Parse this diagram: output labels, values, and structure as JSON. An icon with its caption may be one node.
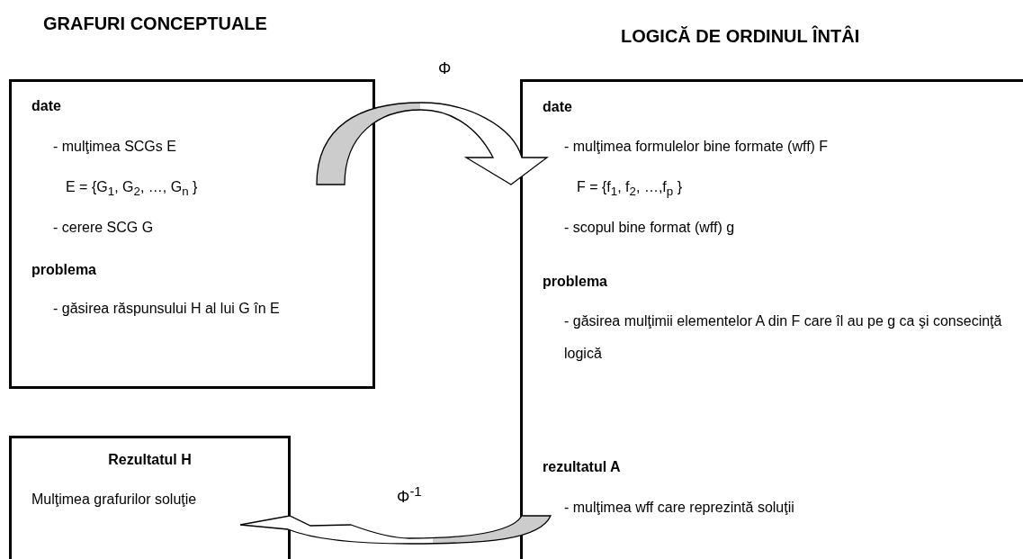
{
  "diagram": {
    "nodes": [
      {
        "text": [
          "date",
          "- mulţimea SCGs E",
          "E = {G$_{1}$, G$_{2}$, …, G$_{n}$ }",
          "- cerere SCG G",
          "problema",
          "- găsirea răspunsului H al lui G în E"
        ]
      },
      {
        "text": [
          "date",
          "- mulţimea formulelor bine formate (wff) F",
          "F = {f$_{1}$, f$_{2}$, …,f$_{p}$ }",
          "- scopul bine format (wff) g",
          "problema",
          "- găsirea mulţimii elementelor A din F care îl au pe g ca şi consecinţă logică",
          "rezultatul A",
          "- mulţimea wff care reprezintă soluţii"
        ]
      },
      {
        "text": [
          "Rezultatul H",
          "Mulţimea grafurilor soluţie"
        ]
      }
    ],
    "edges": [
      {
        "from": 0,
        "to": 1,
        "arrow": "to",
        "label": "Φ"
      },
      {
        "from": 1,
        "to": 2,
        "arrow": "to",
        "label": "Φ$^{-1}$"
      }
    ],
    "labels": [
      "GRAFURI CONCEPTUALE",
      "LOGICĂ DE ORDINUL ÎNTÂI"
    ]
  }
}
